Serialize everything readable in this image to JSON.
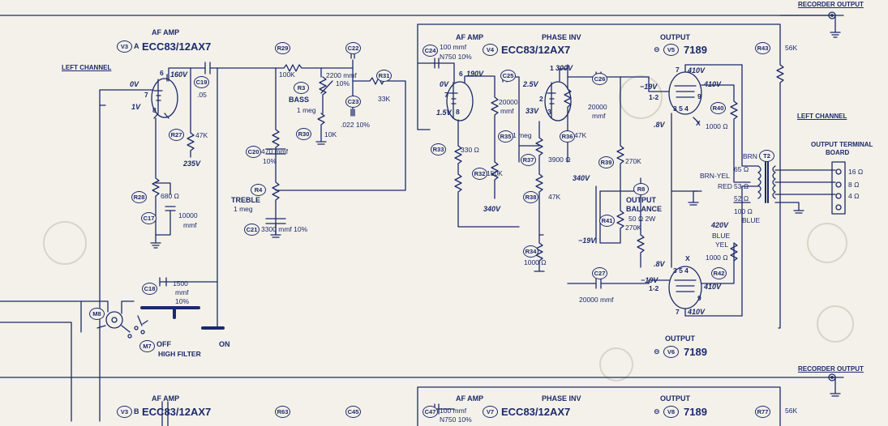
{
  "sections": {
    "left_channel": "LEFT CHANNEL",
    "left_channel_out": "LEFT CHANNEL",
    "recorder_output_top": "RECORDER OUTPUT",
    "recorder_output_bottom": "RECORDER OUTPUT",
    "output_terminal_board": "OUTPUT TERMINAL",
    "output_terminal_board2": "BOARD",
    "high_filter": "HIGH FILTER",
    "off": "OFF",
    "on": "ON",
    "bass": "BASS",
    "treble": "TREBLE",
    "output_balance": "OUTPUT",
    "output_balance2": "BALANCE"
  },
  "tubes": {
    "v3a_func": "AF AMP",
    "v3a_ref": "V3",
    "v3a_suffix": "A",
    "v3a_type": "ECC83/12AX7",
    "v4_func": "AF AMP",
    "v4_ref": "V4",
    "v4_type": "ECC83/12AX7",
    "v4_phase": "PHASE INV",
    "v5_func": "OUTPUT",
    "v5_ref": "V5",
    "v5_type": "7189",
    "v6_func": "OUTPUT",
    "v6_ref": "V6",
    "v6_type": "7189",
    "v3b_func": "AF AMP",
    "v3b_ref": "V3",
    "v3b_suffix": "B",
    "v3b_type": "ECC83/12AX7",
    "v7_func": "AF AMP",
    "v7_ref": "V7",
    "v7_type": "ECC83/12AX7",
    "v7_phase": "PHASE INV",
    "v8_func": "OUTPUT",
    "v8_ref": "V8",
    "v8_type": "7189"
  },
  "refs": {
    "c19": "C19",
    "c22": "C22",
    "c23": "C23",
    "c24": "C24",
    "c25": "C25",
    "c26": "C26",
    "c27": "C27",
    "c20": "C20",
    "c21": "C21",
    "c17": "C17",
    "c18": "C18",
    "c47": "C47",
    "c45": "C45",
    "r29": "R29",
    "r3": "R3",
    "r30": "R30",
    "r31": "R31",
    "r27": "R27",
    "r28": "R28",
    "r4": "R4",
    "r33": "R33",
    "r32": "R32",
    "r35": "R35",
    "r36": "R36",
    "r37": "R37",
    "r38": "R38",
    "r34": "R34",
    "r39": "R39",
    "r41": "R41",
    "r40": "R40",
    "r42": "R42",
    "r43": "R43",
    "r8": "R8",
    "r63": "R63",
    "r77": "R77",
    "t2": "T2",
    "m8": "M8",
    "m7": "M7"
  },
  "values": {
    "c19": ".05",
    "r29": "100K",
    "c22": "2200 mmf",
    "c22b": "10%",
    "r3": "1 meg",
    "c23": ".022  10%",
    "r30": "10K",
    "r31": "33K",
    "r27": "47K",
    "c20": "470 mmf",
    "c20b": "10%",
    "r4": "1 meg",
    "c21": "3300 mmf 10%",
    "r28": "680 Ω",
    "c17": "10000",
    "c17b": "mmf",
    "c18": "1500",
    "c18b": "mmf",
    "c18c": "10%",
    "c24": "100 mmf",
    "c24b": "N750 10%",
    "c25": "20000",
    "c25b": "mmf",
    "r33": "330 Ω",
    "r32": "150K",
    "r35": "1 meg",
    "r36": "47K",
    "r37": "3900 Ω",
    "r38": "47K",
    "r34": "1000 Ω",
    "c26": "20000",
    "c26b": "mmf",
    "r39": "270K",
    "r41": "270K",
    "c27": "20000 mmf",
    "r8": "50 Ω  2W",
    "r40": "1000 Ω",
    "r42": "1000 Ω",
    "r43": "56K",
    "r77": "56K",
    "c47": "100 mmf",
    "c47b": "N750 10%",
    "t2_brn": "BRN",
    "t2_brnyel": "BRN-YEL",
    "t2_red": "RED",
    "t2_65": "65 Ω",
    "t2_53": "53 Ω",
    "t2_52": "52 Ω",
    "t2_100": "100 Ω",
    "t2_blue": "BLUE",
    "t2_blueyel": "BLUE",
    "t2_blueyel2": "YEL",
    "ohm16": "16 Ω",
    "ohm8": "8 Ω",
    "ohm4": "4 Ω"
  },
  "voltages": {
    "v160": "160V",
    "v0": "0V",
    "v1": "1V",
    "v235": "235V",
    "v190": "190V",
    "v0b": "0V",
    "v15": "1.5V",
    "v300": "300V",
    "v25": "2.5V",
    "v33": "33V",
    "v340a": "340V",
    "v340b": "340V",
    "vm19a": "−19V",
    "vm19b": "−19V",
    "vm19c": "−19V",
    "v410a": "410V",
    "v410b": "410V",
    "v410c": "410V",
    "v410d": "410V",
    "v8a": ".8V",
    "v8b": ".8V",
    "v420": "420V"
  },
  "pins": {
    "p6": "6",
    "p7": "7",
    "p8": "8",
    "p6b": "6",
    "p7b": "7",
    "p8b": "8",
    "p1": "1",
    "p2": "2",
    "p3": "3",
    "p7c": "7",
    "p9": "9",
    "p12": "1-2",
    "p354": "3  5  4",
    "p12b": "1-2",
    "p354b": "3  5  4",
    "p7d": "7",
    "p9b": "9",
    "x1": "X",
    "x2": "X"
  },
  "colors": {
    "ink": "#1b2a6b",
    "paper": "#f4f1ea"
  }
}
